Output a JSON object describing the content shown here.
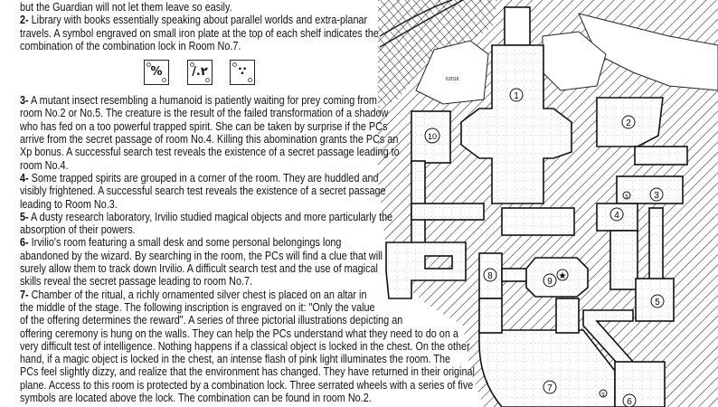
{
  "document": {
    "lines_intro": [
      "but the Guardian will not let them leave so easily."
    ],
    "room2": {
      "num": "2-",
      "lines": [
        " Library with books essentially speaking about parallel worlds and extra-planar",
        "travels. A symbol engraved on small iron plate at the top of each shelf indicates the",
        "combination of the combination lock in Room No.7."
      ]
    },
    "symbols": [
      "%",
      "/.۲",
      "∵"
    ],
    "room3": {
      "num": "3-",
      "lines": [
        " A mutant insect resembling a humanoid is patiently waiting for prey coming from",
        "room No.2 or No.5. The creature is the result of the failed transformation of a shadow",
        "who has fed on a too powerful trapped spirit. She can be taken by surprise if the PCs",
        "arrive from the secret passage of room No.4. Killing this abomination grants the PCs an",
        "Xp bonus. A successful search test reveals the existence of a secret passage leading to",
        "room No.4."
      ]
    },
    "room4": {
      "num": "4-",
      "lines": [
        " Some trapped spirits are grouped in a corner of the room. They are huddled and",
        "visibly frightened. A successful search test reveals the existence of a secret passage",
        "leading to Room No.3."
      ]
    },
    "room5": {
      "num": "5-",
      "lines": [
        " A dusty research laboratory, Irvilio studied magical objects and more particularly the",
        "absorption of their powers."
      ]
    },
    "room6": {
      "num": "6-",
      "lines": [
        " Irvilio's room featuring a small desk and some personal belongings long",
        "abandoned by the wizard. By searching in the room, the PCs will find a clue that will",
        "surely allow them to track down Irvilio. A difficult search test and the use of magical",
        "skills reveal the secret passage leading to room No.7."
      ]
    },
    "room7": {
      "num": "7-",
      "lines": [
        " Chamber of the ritual, a richly ornamented silver chest is placed on an altar in",
        "the middle of the stage. The following inscription is engraved on it: \"Only the value",
        "of the offering determines the reward\". A series of three pictorial illustrations depicting an",
        "offering ceremony is hung on the walls. They can help the PCs understand what they need to do on a",
        "very difficult test of intelligence. Nothing happens if a classical object is locked in the chest. On the other",
        "hand, if a magic object is locked in the chest, an intense flash of pink light illuminates the room. The",
        "PCs feel slightly dizzy, and realize that the environment has changed. They have returned in their original",
        "plane. Access to this room is protected by a combination lock. Three serrated wheels with a series of five",
        "symbols are located above the lock. The combination can be found in room No.2."
      ]
    }
  },
  "map": {
    "copyright": "©2016",
    "rooms": [
      "1",
      "2",
      "3",
      "4",
      "5",
      "6",
      "7",
      "8",
      "9",
      "10"
    ],
    "secret_markers": [
      "s",
      "s"
    ],
    "colors": {
      "ink": "#1a1a1a",
      "floor": "#ffffff",
      "grid": "#bdbdbd"
    }
  }
}
